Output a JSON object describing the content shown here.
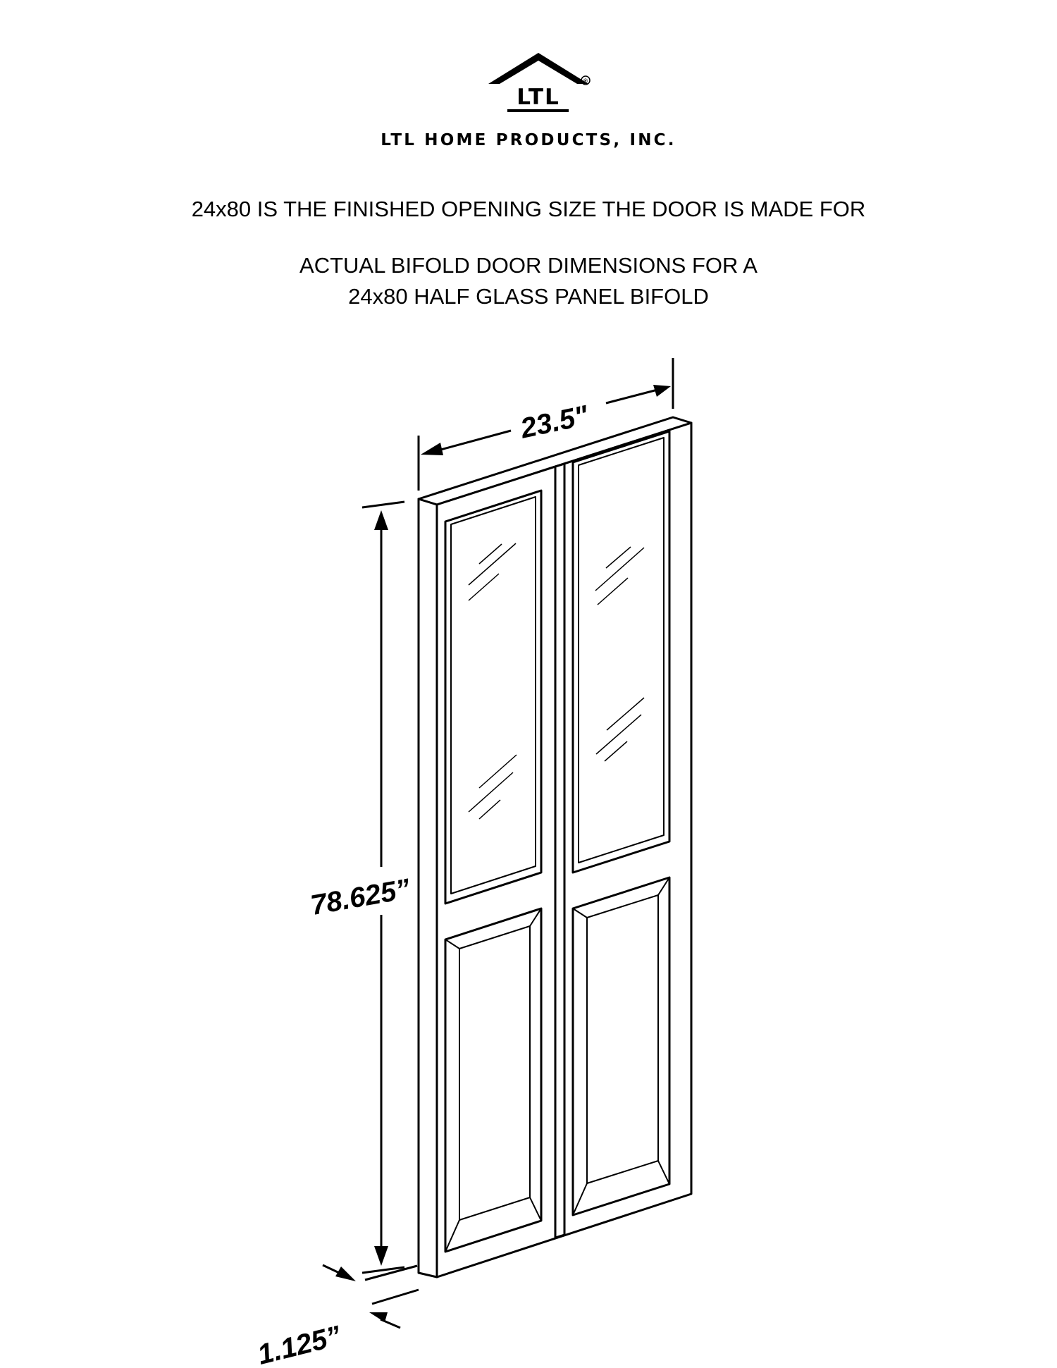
{
  "brand": {
    "logo_text": "LTL",
    "registered_mark": "®",
    "company_name": "LTL HOME PRODUCTS, INC."
  },
  "description": {
    "line1": "24x80 IS THE FINISHED OPENING SIZE THE DOOR IS MADE FOR",
    "line2": "ACTUAL BIFOLD DOOR DIMENSIONS FOR A",
    "line3": "24x80 HALF GLASS PANEL BIFOLD"
  },
  "dimensions": {
    "width": "23.5\"",
    "height": "78.625”",
    "thickness": "1.125”"
  }
}
